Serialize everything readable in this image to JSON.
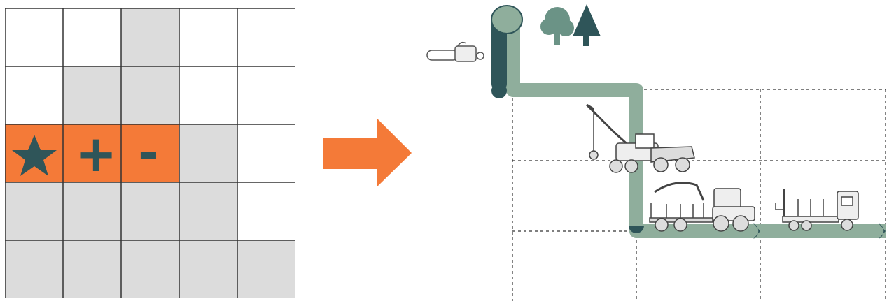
{
  "matrix": {
    "rows": [
      [
        "white",
        "white",
        "gray",
        "white",
        "white"
      ],
      [
        "white",
        "gray",
        "gray",
        "white",
        "white"
      ],
      [
        "orange",
        "orange",
        "orange",
        "gray",
        "white"
      ],
      [
        "gray",
        "gray",
        "gray",
        "gray",
        "white"
      ],
      [
        "gray",
        "gray",
        "gray",
        "gray",
        "gray"
      ]
    ],
    "symbols": [
      {
        "row": 2,
        "col": 0,
        "icon": "star-icon"
      },
      {
        "row": 2,
        "col": 1,
        "icon": "plus-icon",
        "text": "+"
      },
      {
        "row": 2,
        "col": 2,
        "icon": "minus-icon",
        "text": "-"
      }
    ]
  },
  "colors": {
    "white": "#ffffff",
    "gray": "#dcdcdc",
    "orange": "#f47a38",
    "grid_line": "#333333",
    "arrow": "#f47a38",
    "path": "#8fae9c",
    "dark_teal": "#2f5559",
    "tree_light": "#6b9386",
    "tree_dark": "#2f5559"
  },
  "flow": {
    "icons": [
      "chainsaw-icon",
      "trees-icon",
      "harvester-icon",
      "dump-truck-icon",
      "forwarder-icon",
      "timber-truck-icon"
    ]
  }
}
